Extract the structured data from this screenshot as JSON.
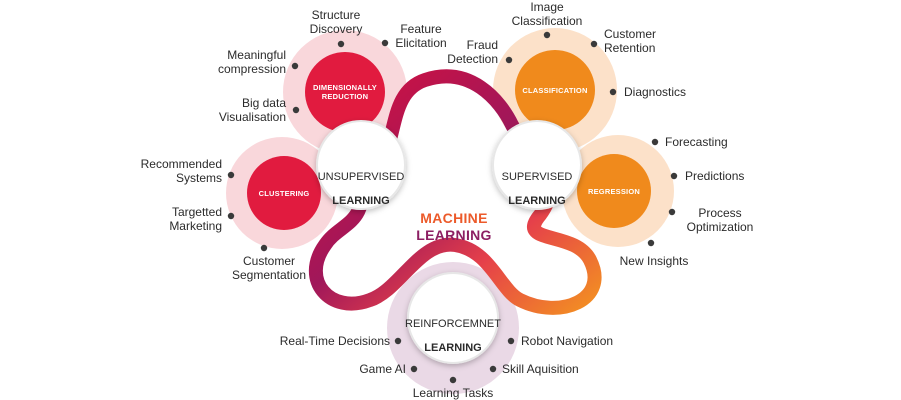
{
  "center_title": {
    "line1": "MACHINE",
    "line2": "LEARNING"
  },
  "hubs": {
    "unsupervised": {
      "line1": "UNSUPERVISED",
      "line2": "LEARNING"
    },
    "supervised": {
      "line1": "SUPERVISED",
      "line2": "LEARNING"
    },
    "reinforcement": {
      "line1": "REINFORCEMNET",
      "line2": "LEARNING"
    }
  },
  "branches": {
    "dimensionally_reduction": {
      "title": "DIMENSIONALLY\nREDUCTION",
      "color": "#e11b3f",
      "items": [
        "Structure\nDiscovery",
        "Feature\nElicitation",
        "Meaningful\ncompression",
        "Big data\nVisualisation"
      ]
    },
    "clustering": {
      "title": "CLUSTERING",
      "color": "#e11b3f",
      "items": [
        "Recommended\nSystems",
        "Targetted\nMarketing",
        "Customer\nSegmentation"
      ]
    },
    "classification": {
      "title": "CLASSIFICATION",
      "color": "#f08a1c",
      "items": [
        "Image\nClassification",
        "Customer\nRetention",
        "Fraud\nDetection",
        "Diagnostics"
      ]
    },
    "regression": {
      "title": "REGRESSION",
      "color": "#f08a1c",
      "items": [
        "Forecasting",
        "Predictions",
        "Process\nOptimization",
        "New Insights"
      ]
    },
    "reinforcement_tasks": {
      "items": [
        "Real-Time Decisions",
        "Robot Navigation",
        "Game AI",
        "Skill Aquisition",
        "Learning Tasks"
      ]
    }
  },
  "colors": {
    "red": "#e11b3f",
    "orange": "#f08a1c",
    "purple": "#7a1f5f",
    "pink_halo": "#f7c9cf",
    "peach_halo": "#fbdcc0",
    "lavender_halo": "#e6d2e2",
    "dot": "#3a3a3a"
  }
}
